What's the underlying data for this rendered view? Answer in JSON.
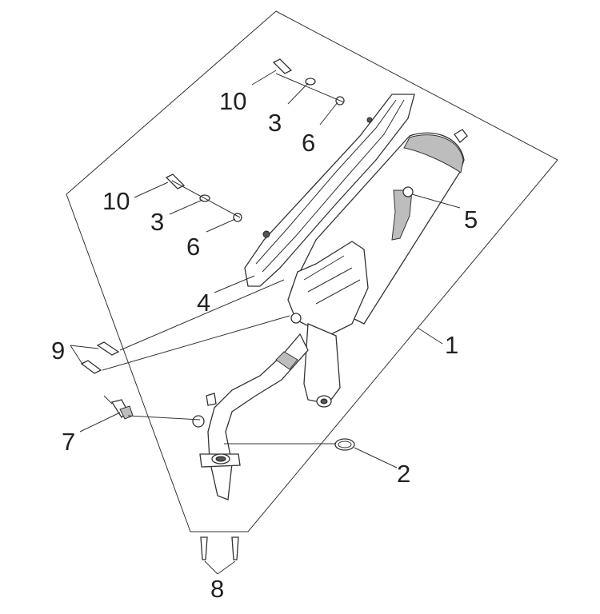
{
  "callouts": {
    "c1": "1",
    "c2": "2",
    "c3a": "3",
    "c3b": "3",
    "c4": "4",
    "c5": "5",
    "c6a": "6",
    "c6b": "6",
    "c7": "7",
    "c8": "8",
    "c9": "9",
    "c10a": "10",
    "c10b": "10"
  }
}
